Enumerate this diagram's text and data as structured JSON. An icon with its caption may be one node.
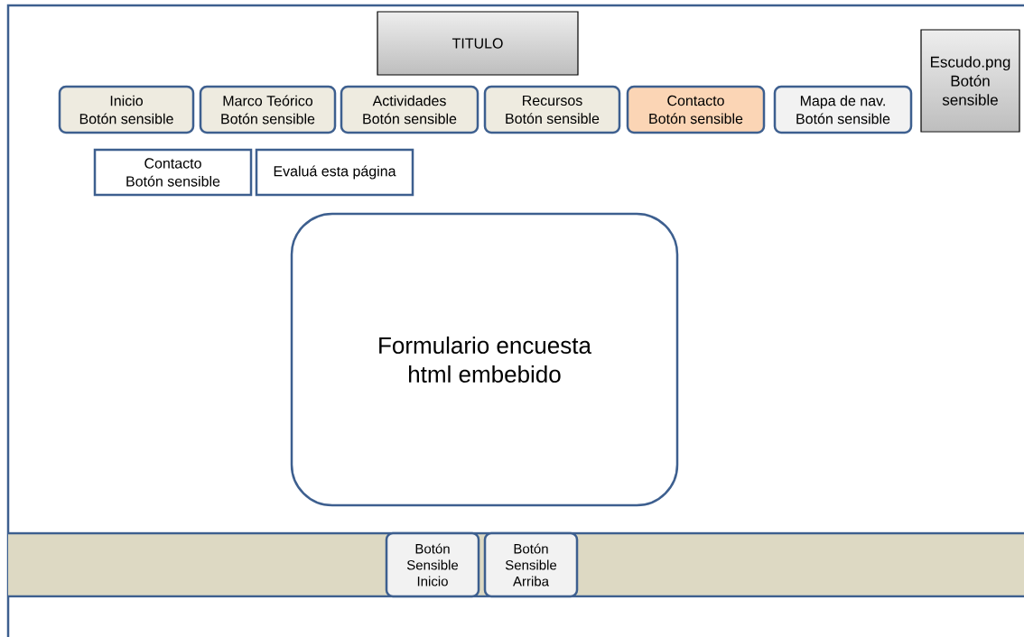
{
  "diagram": {
    "nodes": [
      {
        "text": [
          "TITULO"
        ]
      },
      {
        "text": [
          "Escudo.png Botón sensible"
        ]
      },
      {
        "text": [
          "Inicio",
          "Botón sensible"
        ]
      },
      {
        "text": [
          "Marco Teórico",
          "Botón sensible"
        ]
      },
      {
        "text": [
          "Actividades",
          "Botón sensible"
        ]
      },
      {
        "text": [
          "Recursos",
          "Botón sensible"
        ]
      },
      {
        "text": [
          "Contacto",
          "Botón sensible"
        ]
      },
      {
        "text": [
          "Mapa de nav.",
          "Botón sensible"
        ]
      },
      {
        "text": [
          "Contacto",
          "Botón sensible"
        ]
      },
      {
        "text": [
          "Evaluá esta página"
        ]
      },
      {
        "text": [
          "Formulario encuesta html embebido"
        ]
      },
      {
        "text": [],
        "shape": "bar"
      },
      {
        "text": [
          "Botón Sensible Inicio"
        ],
        "in": 11
      },
      {
        "text": [
          "Botón Sensible Arriba"
        ],
        "in": 11
      }
    ],
    "edges": []
  }
}
